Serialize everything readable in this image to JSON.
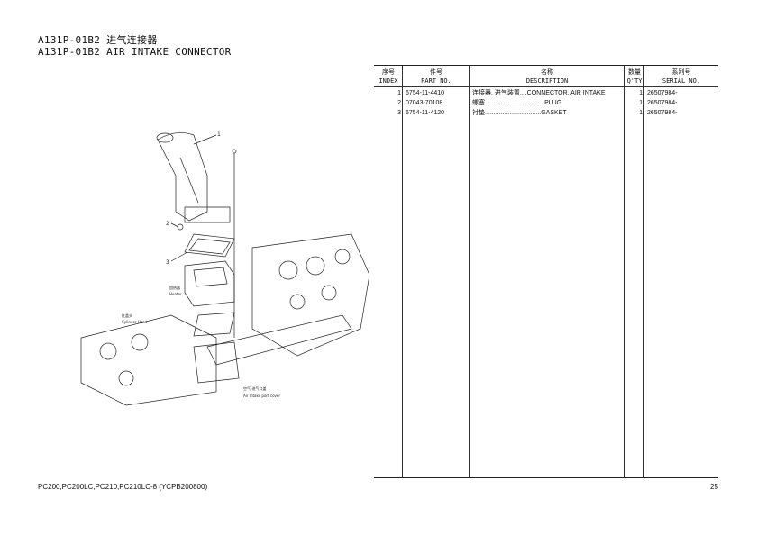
{
  "title": {
    "cn": "A131P-01B2 进气连接器",
    "en": "A131P-01B2 AIR INTAKE CONNECTOR"
  },
  "table": {
    "headers": [
      {
        "cn": "序号",
        "en": "INDEX"
      },
      {
        "cn": "件号",
        "en": "PART NO."
      },
      {
        "cn": "名称",
        "en": "DESCRIPTION"
      },
      {
        "cn": "数量",
        "en": "Q'TY"
      },
      {
        "cn": "系列号",
        "en": "SERIAL NO."
      }
    ],
    "rows": [
      {
        "index": "1",
        "part_no": "6754-11-4410",
        "description": "连接器, 进气装置....CONNECTOR, AIR INTAKE",
        "qty": "1",
        "serial": "26507984-"
      },
      {
        "index": "2",
        "part_no": "07043-70108",
        "description": "螺塞..................................PLUG",
        "qty": "1",
        "serial": "26507984-"
      },
      {
        "index": "3",
        "part_no": "6754-11-4120",
        "description": "衬垫................................GASKET",
        "qty": "1",
        "serial": "26507984-"
      }
    ]
  },
  "drawing": {
    "callouts": [
      "1",
      "2",
      "3"
    ],
    "labels": {
      "heater_cn": "加热器",
      "heater_en": "Heater",
      "head_cn": "缸盖头",
      "head_en": "Cylinder Head",
      "cover_cn": "空气-进气口盖",
      "cover_en": "Air Intake port cover"
    }
  },
  "footer": {
    "model": "PC200,PC200LC,PC210,PC210LC-8 (YCPB200800)",
    "page": "25"
  }
}
